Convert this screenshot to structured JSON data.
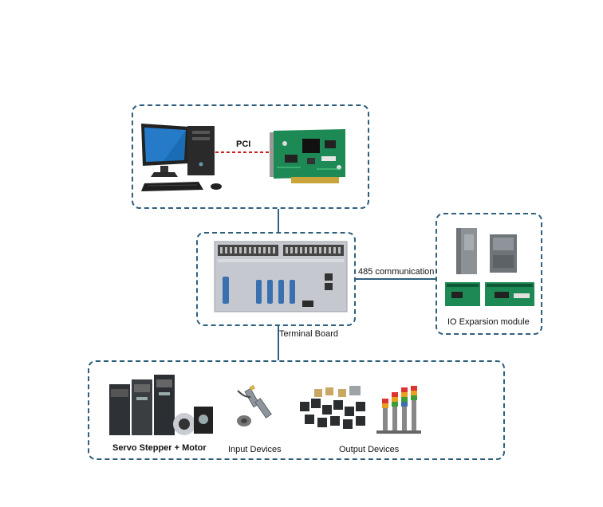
{
  "labels": {
    "pci": "PCI",
    "comm": "485 communication",
    "terminal": "Terminal Board",
    "io": "IO Exparsion module",
    "servo": "Servo Stepper + Motor",
    "input": "Input Devices",
    "output": "Output Devices"
  },
  "colors": {
    "border": "#2f5f7c",
    "pci_line": "#cc2222",
    "pcb_green": "#1d8a55",
    "module_gray": "#8c9196",
    "screen_blue": "#1a6db5"
  },
  "icons": {
    "pc": "desktop-computer-icon",
    "card": "pci-card-icon",
    "terminal": "terminal-board-icon",
    "io": "io-module-icon",
    "servo": "servo-drive-icon",
    "input": "proximity-sensor-icon",
    "output": "relay-and-tower-light-icon"
  }
}
